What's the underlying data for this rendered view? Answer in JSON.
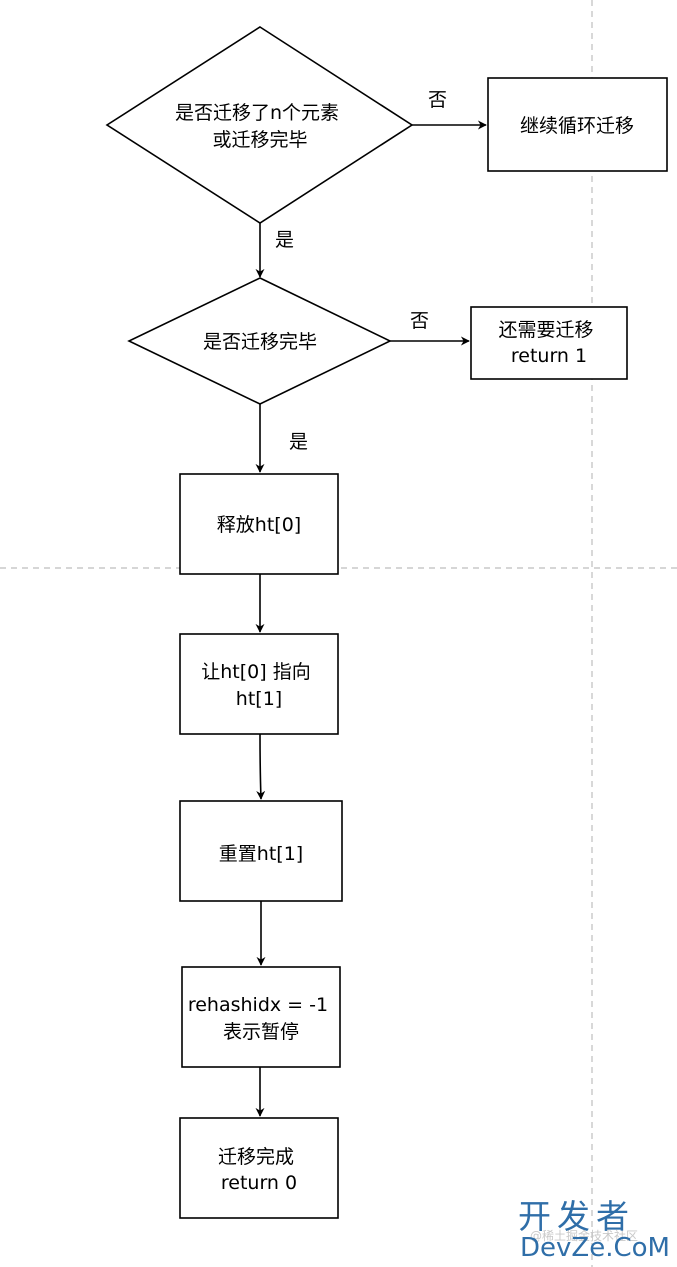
{
  "nodes": {
    "decision_n": {
      "lines": [
        "是否迁移了n个元素",
        "或迁移完毕"
      ]
    },
    "continue": {
      "lines": [
        "继续循环迁移"
      ]
    },
    "decision_done": {
      "lines": [
        "是否迁移完毕"
      ]
    },
    "need_more": {
      "lines": [
        "还需要迁移",
        "return 1"
      ]
    },
    "free_ht0": {
      "lines": [
        "释放ht[0]"
      ]
    },
    "point_ht0": {
      "lines": [
        "让ht[0] 指向",
        "ht[1]"
      ]
    },
    "reset_ht1": {
      "lines": [
        "重置ht[1]"
      ]
    },
    "rehashidx": {
      "lines": [
        "rehashidx = -1",
        "表示暂停"
      ]
    },
    "finish": {
      "lines": [
        "迁移完成",
        "return 0"
      ]
    }
  },
  "edges": {
    "no_1": "否",
    "yes_1": "是",
    "no_2": "否",
    "yes_2": "是"
  },
  "watermark": {
    "cn": "开发者",
    "en": "DevZe.CoM",
    "faint": "@稀土掘金技术社区"
  }
}
